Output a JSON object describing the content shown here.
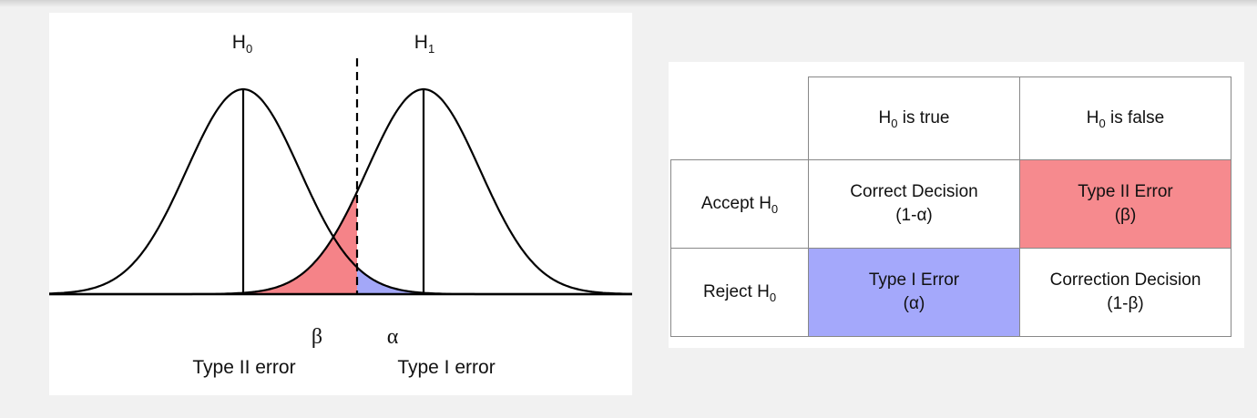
{
  "diagram": {
    "h0_label": {
      "base": "H",
      "sub": "0"
    },
    "h1_label": {
      "base": "H",
      "sub": "1"
    },
    "beta_symbol": "β",
    "alpha_symbol": "α",
    "type2_label": "Type II error",
    "type1_label": "Type I error",
    "colors": {
      "beta_fill": "#f58388",
      "alpha_fill": "#a3a7f8",
      "curve": "#000000"
    }
  },
  "table": {
    "col_headers": [
      {
        "base": "H",
        "sub": "0",
        "rest": " is true"
      },
      {
        "base": "H",
        "sub": "0",
        "rest": " is false"
      }
    ],
    "rows": [
      {
        "label": {
          "base": "Accept H",
          "sub": "0"
        },
        "cells": [
          {
            "line1": "Correct Decision",
            "line2": "(1-α)"
          },
          {
            "line1": "Type II Error",
            "line2": "(β)"
          }
        ]
      },
      {
        "label": {
          "base": "Reject H",
          "sub": "0"
        },
        "cells": [
          {
            "line1": "Type I Error",
            "line2": "(α)"
          },
          {
            "line1": "Correction Decision",
            "line2": "(1-β)"
          }
        ]
      }
    ],
    "colors": {
      "type2_cell": "#f68a8e",
      "type1_cell": "#a4a8fb",
      "grid": "#888888"
    }
  }
}
